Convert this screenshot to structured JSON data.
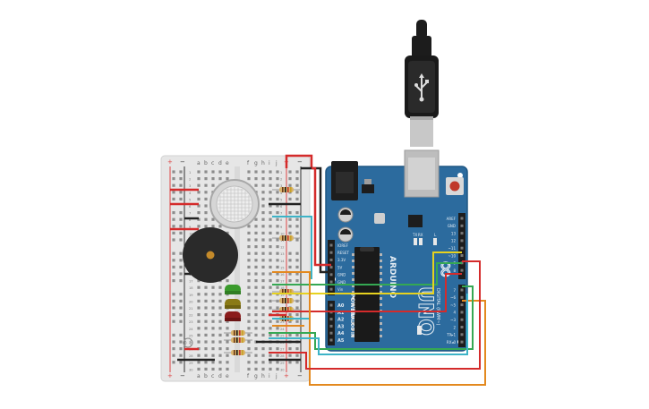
{
  "breadboard": {
    "column_letters": [
      "a",
      "b",
      "c",
      "d",
      "e",
      "f",
      "g",
      "h",
      "i",
      "j"
    ],
    "rail_marks": [
      "+",
      "−"
    ],
    "row_numbers": [
      "1",
      "2",
      "3",
      "4",
      "5",
      "6",
      "7",
      "8",
      "9",
      "10",
      "11",
      "12",
      "13",
      "14",
      "15",
      "16",
      "17",
      "18",
      "19",
      "20",
      "21",
      "22",
      "23",
      "24",
      "25",
      "26",
      "27",
      "28",
      "29",
      "30"
    ]
  },
  "arduino": {
    "brand_vertical": "ARDUINO",
    "model_logo": "UNO",
    "logo_symbol": "∞",
    "power_header_title": "POWER",
    "analog_header_title": "ANALOG IN",
    "digital_header_title": "DIGITAL (PWM~)",
    "power_pins": [
      "IOREF",
      "RESET",
      "3.3V",
      "5V",
      "GND",
      "GND",
      "Vin"
    ],
    "analog_pins": [
      "A0",
      "A1",
      "A2",
      "A3",
      "A4",
      "A5"
    ],
    "digital_pins_top": [
      "AREF",
      "GND",
      "13",
      "12",
      "~11",
      "~10",
      "~9",
      "8"
    ],
    "digital_pins_bottom": [
      "7",
      "~6",
      "~5",
      "4",
      "~3",
      "2",
      "TX▸1",
      "RX◂0"
    ],
    "leds": [
      "L",
      "TX",
      "RX"
    ]
  },
  "components": [
    {
      "kind": "gas-sensor",
      "label": ""
    },
    {
      "kind": "piezo-buzzer",
      "label": ""
    },
    {
      "kind": "led",
      "color": "#3a9a2c"
    },
    {
      "kind": "led",
      "color": "#8a7a16"
    },
    {
      "kind": "led",
      "color": "#8a1c1c"
    },
    {
      "kind": "photoresistor",
      "label": ""
    },
    {
      "kind": "usb-cable",
      "label": ""
    }
  ],
  "wire_colors": {
    "red": "#d42b2b",
    "black": "#222222",
    "green": "#35a853",
    "yellow": "#e7d21f",
    "orange": "#e3891f",
    "teal": "#3db3c7",
    "blue": "#2f6fd6"
  },
  "board_colors": {
    "arduino": "#2c6b9e",
    "arduino_dark": "#1f5784",
    "breadboard": "#e9e9e9"
  }
}
